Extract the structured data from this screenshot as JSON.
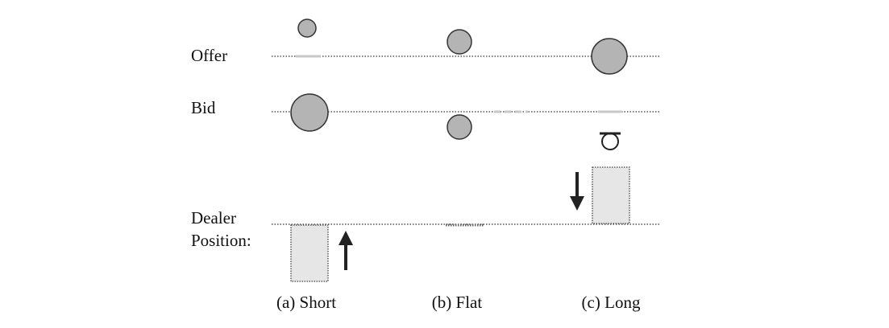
{
  "rows": {
    "offer": "Offer",
    "bid": "Bid",
    "dealer_line1": "Dealer",
    "dealer_line2": "Position:"
  },
  "panels": [
    {
      "caption": "(a) Short",
      "position": "short",
      "arrow": "up"
    },
    {
      "caption": "(b) Flat",
      "position": "flat",
      "arrow": "none"
    },
    {
      "caption": "(c) Long",
      "position": "long",
      "arrow": "down"
    }
  ],
  "colors": {
    "circle_fill": "#b4b4b4",
    "circle_stroke": "#333333",
    "bar_fill": "#e6e6e6",
    "line": "#555555",
    "arrow": "#222222"
  }
}
